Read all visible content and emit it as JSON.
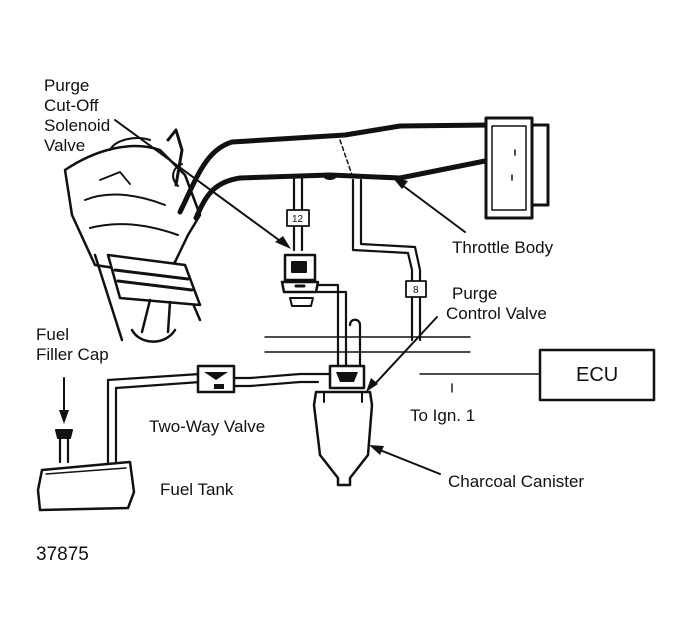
{
  "labels": {
    "purge_cutoff": [
      "Purge",
      "Cut-Off",
      "Solenoid",
      "Valve"
    ],
    "throttle_body": "Throttle Body",
    "purge_control": [
      "Purge",
      "Control Valve"
    ],
    "ecu": "ECU",
    "to_ign": "To Ign. 1",
    "fuel_filler": [
      "Fuel",
      "Filler Cap"
    ],
    "two_way": "Two-Way Valve",
    "charcoal": "Charcoal Canister",
    "fuel_tank": "Fuel Tank",
    "figure_number": "37875",
    "hose_12": "12",
    "hose_8": "8"
  }
}
